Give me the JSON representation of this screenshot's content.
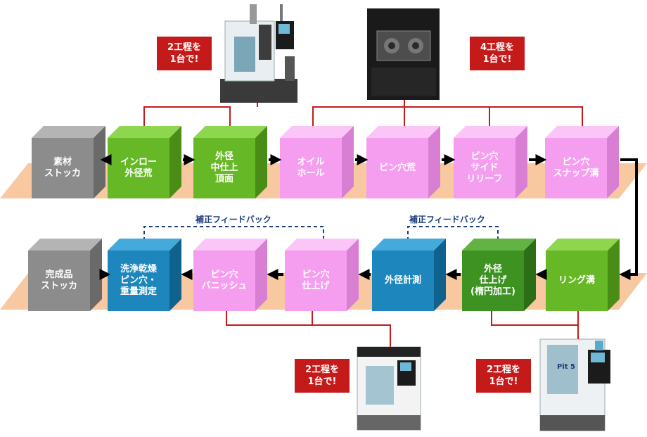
{
  "row1": [
    {
      "id": "stocker-in",
      "label": "素材\nストッカ",
      "color": "gray"
    },
    {
      "id": "inlow",
      "label": "インロー\n外径荒",
      "color": "green"
    },
    {
      "id": "gaikei-top",
      "label": "外径\n中仕上\n頂面",
      "color": "green"
    },
    {
      "id": "oil-hole",
      "label": "オイル\nホール",
      "color": "pink"
    },
    {
      "id": "pin-ara",
      "label": "ピン穴荒",
      "color": "pink"
    },
    {
      "id": "pin-side",
      "label": "ピン穴\nサイド\nリリーフ",
      "color": "pink"
    },
    {
      "id": "pin-snap",
      "label": "ピン穴\nスナップ溝",
      "color": "pink"
    }
  ],
  "row2": [
    {
      "id": "stocker-out",
      "label": "完成品\nストッカ",
      "color": "gray"
    },
    {
      "id": "wash",
      "label": "洗浄乾燥\nピン穴・\n重量測定",
      "color": "blue"
    },
    {
      "id": "pin-burnish",
      "label": "ピン穴\nバニッシュ",
      "color": "pink"
    },
    {
      "id": "pin-finish",
      "label": "ピン穴\n仕上げ",
      "color": "pink"
    },
    {
      "id": "gaikei-measure",
      "label": "外径計測",
      "color": "blue"
    },
    {
      "id": "gaikei-finish",
      "label": "外径\n仕上げ\n(楕円加工)",
      "color": "darkgreen"
    },
    {
      "id": "ring",
      "label": "リング溝",
      "color": "green"
    }
  ],
  "badges": [
    "2工程を\n1台で!",
    "4工程を\n1台で!",
    "2工程を\n1台で!",
    "2工程を\n1台で!"
  ],
  "feedback": [
    "補正フィードバック",
    "補正フィードバック"
  ],
  "machine_labels": [
    "Pit 5"
  ],
  "colors": {
    "gray": {
      "front": "#8c8c8c",
      "top": "#b4b4b4",
      "side": "#6a6a6a"
    },
    "green": {
      "front": "#67b826",
      "top": "#8fd64f",
      "side": "#4a8d16"
    },
    "darkgreen": {
      "front": "#3e9222",
      "top": "#62b343",
      "side": "#2c6e16"
    },
    "pink": {
      "front": "#f59ef0",
      "top": "#fbc6f7",
      "side": "#d97fd3"
    },
    "blue": {
      "front": "#1c86bd",
      "top": "#45a9db",
      "side": "#10628e"
    },
    "platform": "#f8c9a0",
    "connector": "#c41a1a",
    "badge": "#c41a1a",
    "feedback": "#1c3c7a"
  }
}
